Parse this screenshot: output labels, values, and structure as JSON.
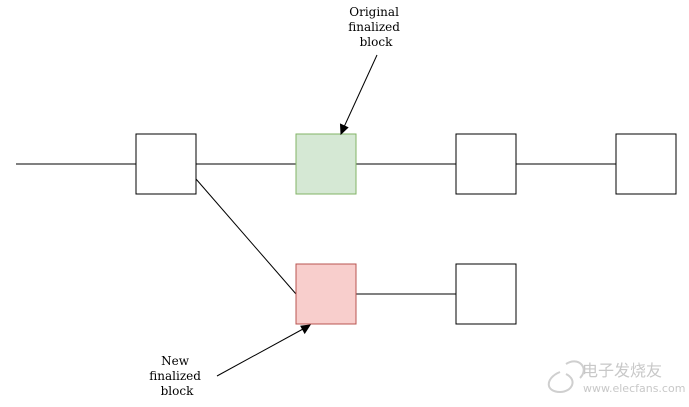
{
  "labels": {
    "original": [
      "Original",
      "finalized",
      "block"
    ],
    "new": [
      "New",
      "finalized",
      "block"
    ]
  },
  "blocks": {
    "original_finalized": {
      "fill": "#d5e8d4",
      "stroke": "#82b366"
    },
    "new_finalized": {
      "fill": "#f8cecc",
      "stroke": "#b85450"
    },
    "default": {
      "fill": "#ffffff",
      "stroke": "#000000"
    }
  },
  "watermark": {
    "cn": "电子发烧友",
    "url": "www.elecfans.com",
    "icon": "elecfans-logo-icon"
  }
}
